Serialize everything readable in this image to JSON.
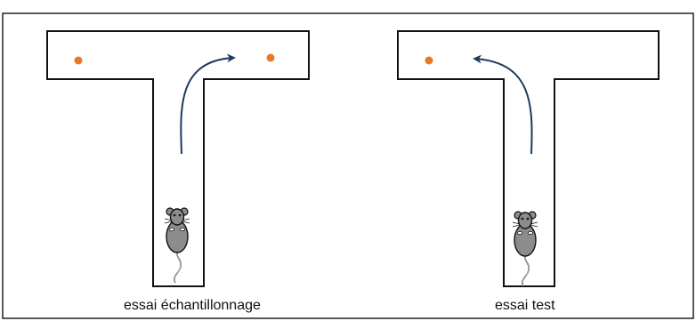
{
  "panels": {
    "sample": {
      "caption": "essai échantillonnage",
      "arrow_direction": "right"
    },
    "test": {
      "caption": "essai test",
      "arrow_direction": "left"
    }
  },
  "colors": {
    "maze_stroke": "#111111",
    "frame_stroke": "#222222",
    "reward_dot": "#e8792b",
    "arrow": "#1e3a5f",
    "mouse_body": "#8c8c8c",
    "mouse_outline": "#111111"
  },
  "icons": {
    "reward": "reward-dot-icon",
    "mouse": "mouse-icon",
    "path": "path-arrow-icon"
  }
}
